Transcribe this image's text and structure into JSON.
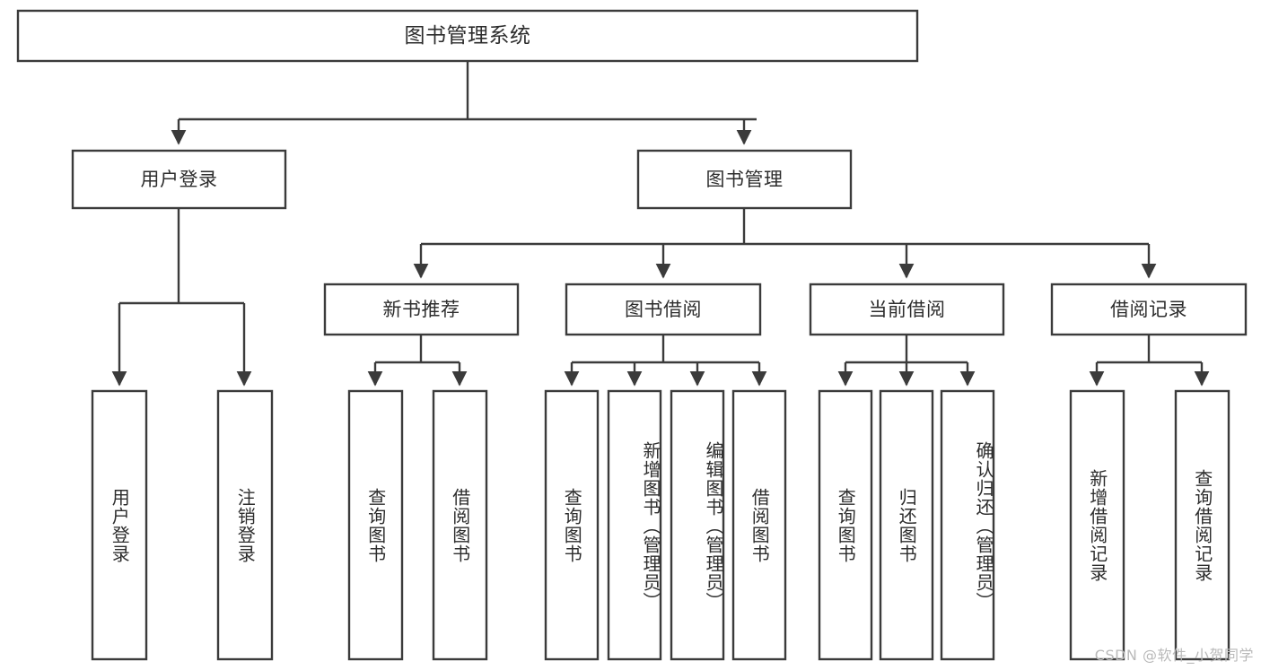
{
  "diagram": {
    "type": "tree-hierarchy",
    "title": "图书管理系统",
    "watermark": "CSDN @软件_小贺同学",
    "colors": {
      "stroke": "#3b3b3b",
      "fill": "#ffffff",
      "text": "#2d2d2d",
      "watermark": "#b9b9b9",
      "background": "#ffffff"
    },
    "levels": {
      "root": {
        "label": "图书管理系统",
        "orientation": "horizontal"
      },
      "level2": [
        {
          "label": "用户登录",
          "orientation": "horizontal"
        },
        {
          "label": "图书管理",
          "orientation": "horizontal"
        }
      ],
      "level3": [
        {
          "label": "新书推荐",
          "orientation": "horizontal",
          "parent": "图书管理"
        },
        {
          "label": "图书借阅",
          "orientation": "horizontal",
          "parent": "图书管理"
        },
        {
          "label": "当前借阅",
          "orientation": "horizontal",
          "parent": "图书管理"
        },
        {
          "label": "借阅记录",
          "orientation": "horizontal",
          "parent": "图书管理"
        }
      ],
      "leaves": [
        {
          "label": "用户登录",
          "orientation": "vertical",
          "parent": "用户登录"
        },
        {
          "label": "注销登录",
          "orientation": "vertical",
          "parent": "用户登录"
        },
        {
          "label": "查询图书",
          "orientation": "vertical",
          "parent": "新书推荐"
        },
        {
          "label": "借阅图书",
          "orientation": "vertical",
          "parent": "新书推荐"
        },
        {
          "label": "查询图书",
          "orientation": "vertical",
          "parent": "图书借阅"
        },
        {
          "label": "新增图书（管理员）",
          "orientation": "vertical",
          "parent": "图书借阅"
        },
        {
          "label": "编辑图书（管理员）",
          "orientation": "vertical",
          "parent": "图书借阅"
        },
        {
          "label": "借阅图书",
          "orientation": "vertical",
          "parent": "图书借阅"
        },
        {
          "label": "查询图书",
          "orientation": "vertical",
          "parent": "当前借阅"
        },
        {
          "label": "归还图书",
          "orientation": "vertical",
          "parent": "当前借阅"
        },
        {
          "label": "确认归还（管理员）",
          "orientation": "vertical",
          "parent": "当前借阅"
        },
        {
          "label": "新增借阅记录",
          "orientation": "vertical",
          "parent": "借阅记录"
        },
        {
          "label": "查询借阅记录",
          "orientation": "vertical",
          "parent": "借阅记录"
        }
      ]
    }
  }
}
